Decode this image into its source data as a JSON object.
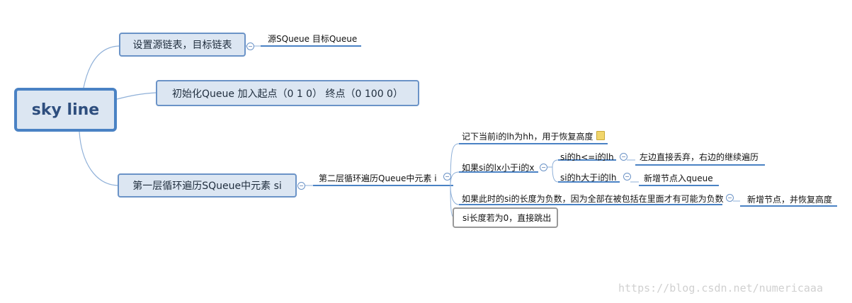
{
  "root": {
    "label": "sky line"
  },
  "branches": [
    {
      "label": "设置源链表，目标链表",
      "child": "源SQueue 目标Queue"
    },
    {
      "label": "初始化Queue 加入起点（0 1 0） 终点（0 100 0）"
    },
    {
      "label": "第一层循环遍历SQueue中元素 si"
    }
  ],
  "inner_loop": {
    "label": "第二层循环遍历Queue中元素 i"
  },
  "inner_items": [
    {
      "label": "记下当前i的lh为hh，用于恢复高度"
    },
    {
      "label": "如果si的lx小于i的x"
    },
    {
      "label": "如果此时的si的长度为负数，因为全部在被包括在里面才有可能为负数",
      "child": "新增节点，并恢复高度"
    },
    {
      "label": "si长度若为0，直接跳出"
    }
  ],
  "lx_children": [
    {
      "label": "si的h<=i的lh",
      "child": "左边直接丢弃，右边的继续遍历"
    },
    {
      "label": "si的h大于i的lh",
      "child": "新增节点入queue"
    }
  ],
  "watermark": "https://blog.csdn.net/numericaaa",
  "colors": {
    "link": "#8fb0d8",
    "underline": "#4a82c4",
    "box_fill": "#dce6f2",
    "box_border": "#6b93c7"
  },
  "icons": {
    "collapse": "minus-circle-icon",
    "note": "note-icon"
  }
}
